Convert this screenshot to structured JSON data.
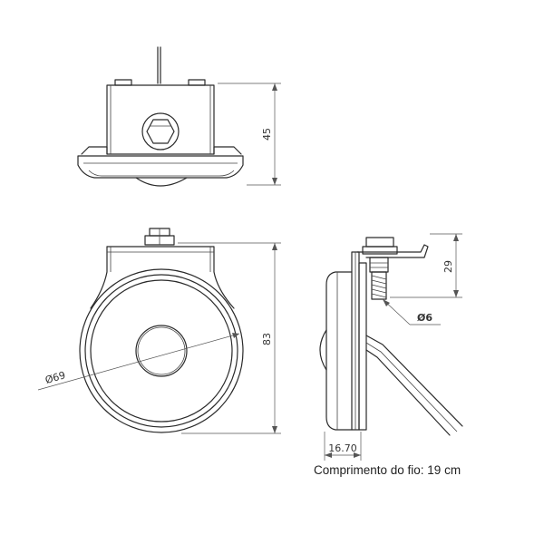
{
  "dimensions": {
    "height_top_view": "45",
    "height_front_view": "83",
    "diameter_body": "Ø69",
    "bracket_height": "29",
    "thread_diameter": "Ø6",
    "depth": "16.70"
  },
  "caption": "Comprimento do fio: 19 cm"
}
